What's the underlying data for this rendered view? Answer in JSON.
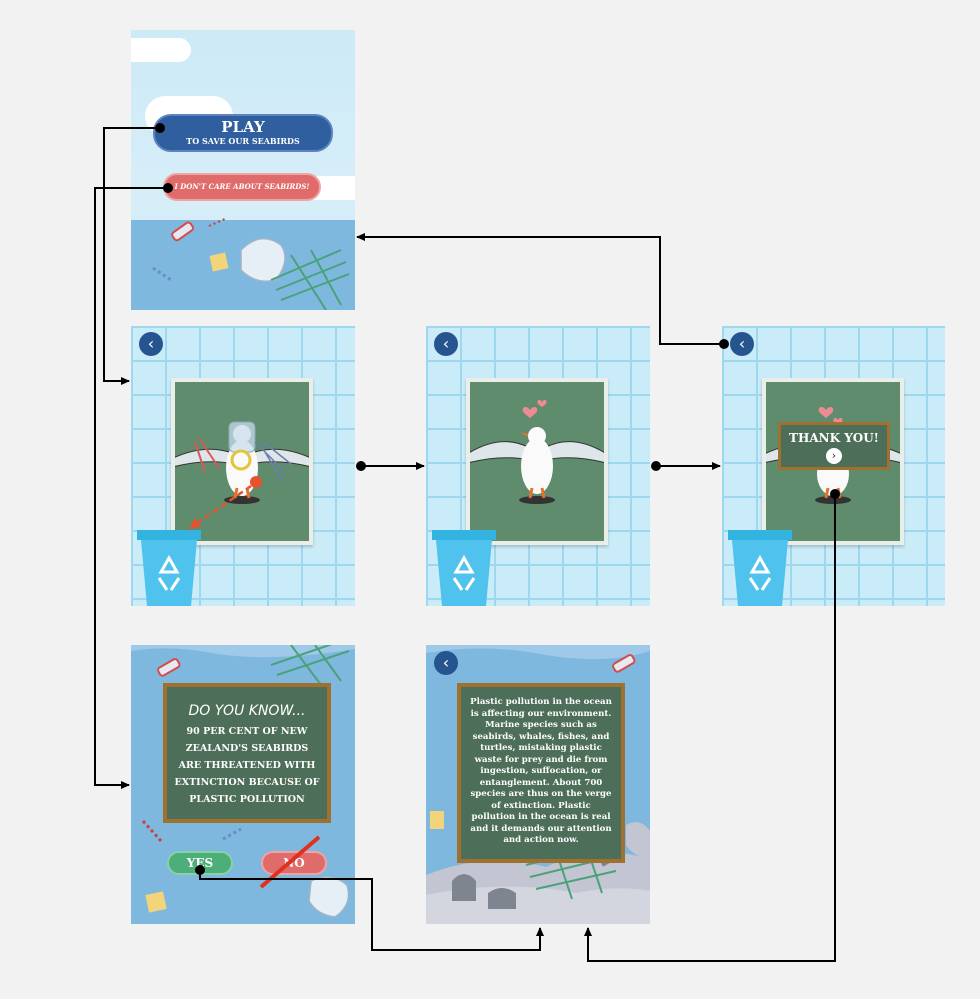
{
  "start_screen": {
    "play_label": "PLAY",
    "play_sub": "TO SAVE OUR SEABIRDS",
    "dont_care_label": "I DON'T CARE ABOUT SEABIRDS!"
  },
  "thank_you": {
    "label": "THANK YOU!"
  },
  "know_screen": {
    "heading": "DO YOU KNOW...",
    "body": "90 PER CENT OF NEW ZEALAND'S SEABIRDS ARE THREATENED WITH EXTINCTION BECAUSE OF PLASTIC POLLUTION",
    "yes_label": "YES",
    "no_label": "NO"
  },
  "info_screen": {
    "text": "Plastic pollution in the ocean is affecting our environment. Marine species such as seabirds, whales, fishes, and turtles, mistaking plastic waste for prey and die from ingestion, suffocation, or entanglement. About 700 species are thus on the verge of extinction. Plastic pollution in the ocean is real and it demands our attention and action now."
  },
  "icons": {
    "back": "chevron-left-icon",
    "recycle": "recycle-icon",
    "heart": "heart-icon"
  },
  "colors": {
    "play_button": "#2f5f9e",
    "dont_care_button": "#e06b6b",
    "yes_button": "#4caf7a",
    "no_button": "#e06b6b",
    "connector": "#000000"
  }
}
